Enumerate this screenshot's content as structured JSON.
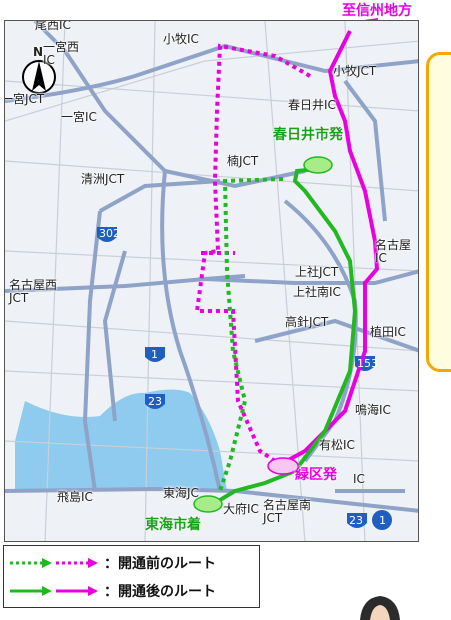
{
  "destination": "至信州地方",
  "compass": "N",
  "labels": {
    "bisai_ic": "尾西IC",
    "ichinomiya_nishi_ic": "一宮西\nIC",
    "ichinomiya_jct": "一宮JCT",
    "ichinomiya_ic": "一宮IC",
    "komaki_ic": "小牧IC",
    "komaki_jct": "小牧JCT",
    "kasugai_ic": "春日井IC",
    "kusu_jct": "楠JCT",
    "kiyosu_jct": "清洲JCT",
    "route_302": "302",
    "nagoya_ic": "名古屋\nIC",
    "kamiyashiro_jct": "上社JCT",
    "kamiyashiro_minami_ic": "上社南IC",
    "nagoya_nishi_jct": "名古屋西\nJCT",
    "takabari_jct": "高針JCT",
    "ueda_ic": "植田IC",
    "route_1": "1",
    "route_153": "153",
    "route_23": "23",
    "narumi_ic": "鳴海IC",
    "arimatsu_ic": "有松IC",
    "tobishima_ic": "飛島IC",
    "tokai_jct": "東海JC",
    "ic_fragment": "IC",
    "obu_ic": "大府IC",
    "nagoya_minami_jct": "名古屋南\nJCT",
    "route_23b": "23",
    "route_1b": "1"
  },
  "markers": {
    "kasugai_start": "春日井市発",
    "midori_start": "緑区発",
    "tokai_end": "東海市着"
  },
  "legend": [
    {
      "text": "：開通前のルート",
      "style": "dotted"
    },
    {
      "text": "：開通後のルート",
      "style": "solid"
    }
  ],
  "colors": {
    "green_route": "#22b822",
    "magenta_route": "#e800e0",
    "roads": "#8fa3c8",
    "sea": "#8ecbee",
    "note_border": "#f5a800"
  }
}
